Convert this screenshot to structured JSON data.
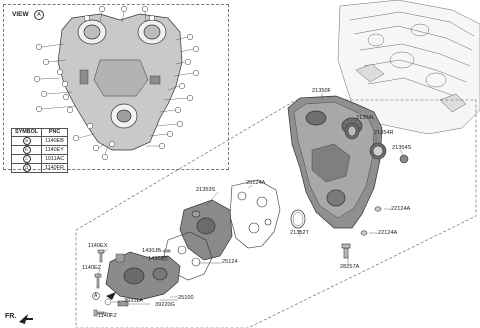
{
  "view": {
    "title": "VIEW",
    "marker": "A"
  },
  "legend": {
    "headers": [
      "SYMBOL",
      "PNC"
    ],
    "rows": [
      {
        "symbol": "a",
        "pnc": "1140EB"
      },
      {
        "symbol": "b",
        "pnc": "1140EY"
      },
      {
        "symbol": "c",
        "pnc": "1011AC"
      },
      {
        "symbol": "d",
        "pnc": "1140FR"
      }
    ]
  },
  "callouts": {
    "p21350F": "21350F",
    "p21354L": "21354L",
    "p21354R": "21354R",
    "p21354S": "21354S",
    "p22124A_1": "22124A",
    "p22124A_2": "22124A",
    "p21353S": "21353S",
    "p25124A": "25124A",
    "p21352T": "21352T",
    "p28257A": "28257A",
    "p1140EX": "1140EX",
    "p1430JB": "1430JB",
    "p1430JB_2": "1430JB",
    "p25124": "25124",
    "p1140EZ": "1140EZ",
    "p25100": "25100",
    "p39311A": "39311A",
    "p39220G": "39220G",
    "p1140FZ": "1140FZ",
    "detailA": "A"
  },
  "fr_label": "FR."
}
